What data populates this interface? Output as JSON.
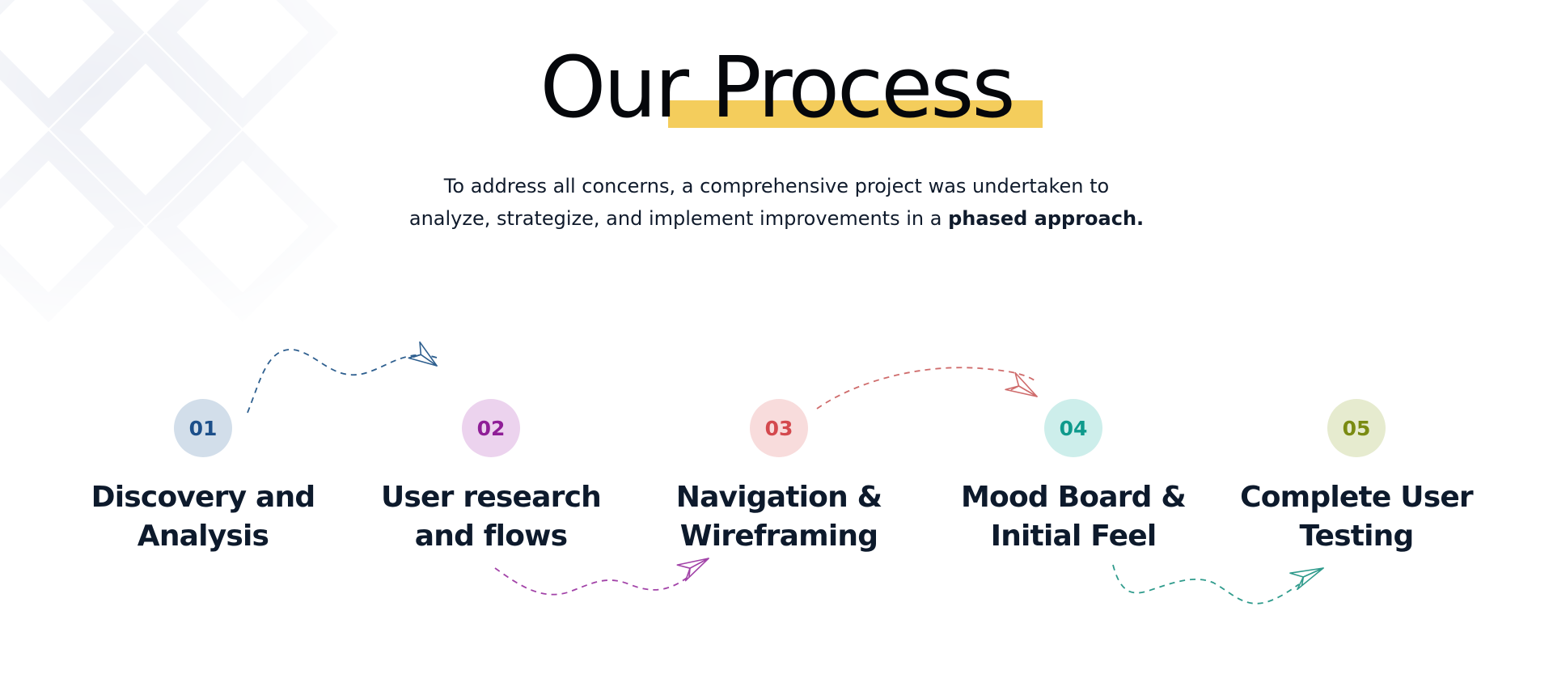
{
  "header": {
    "title": "Our Process",
    "intro_line1": "To address all concerns, a comprehensive project was undertaken to",
    "intro_line2": "analyze, strategize, and implement improvements in a ",
    "intro_emphasis": "phased approach."
  },
  "colors": {
    "highlight": "#f4cd5c",
    "heading": "#05070b",
    "body_text": "#101b2c"
  },
  "steps": [
    {
      "number": "01",
      "title_line1": "Discovery and",
      "title_line2": "Analysis",
      "color": "#1c4f8a",
      "bg": "#d2deea"
    },
    {
      "number": "02",
      "title_line1": "User research",
      "title_line2": "and flows",
      "color": "#8f1e97",
      "bg": "#ecd3ee"
    },
    {
      "number": "03",
      "title_line1": "Navigation &",
      "title_line2": "Wireframing",
      "color": "#d4494e",
      "bg": "#f8dcdc"
    },
    {
      "number": "04",
      "title_line1": "Mood Board &",
      "title_line2": "Initial Feel",
      "color": "#0f9a8c",
      "bg": "#cdeeeb"
    },
    {
      "number": "05",
      "title_line1": "Complete User",
      "title_line2": "Testing",
      "color": "#7a8b12",
      "bg": "#e6ebcf"
    }
  ],
  "connectors": [
    {
      "icon": "paper-plane-icon",
      "color": "#2e5f8f"
    },
    {
      "icon": "paper-plane-icon",
      "color": "#a243a8"
    },
    {
      "icon": "paper-plane-icon",
      "color": "#cf6c6c"
    },
    {
      "icon": "paper-plane-icon",
      "color": "#2f9b8c"
    }
  ]
}
